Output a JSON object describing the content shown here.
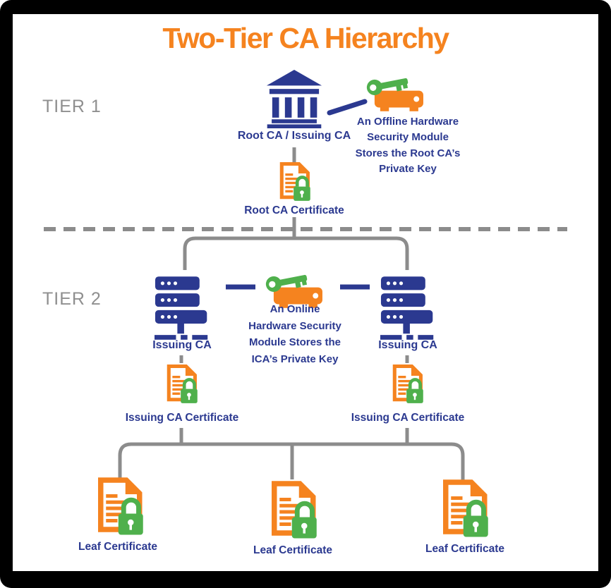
{
  "colors": {
    "orange": "#F5831F",
    "navy": "#2B3990",
    "green": "#4FB04C",
    "gray_line": "#8C8C8C",
    "tier_label": "#8F8F8F"
  },
  "title": "Two-Tier CA Hierarchy",
  "tier1": {
    "label": "TIER 1",
    "root_node": {
      "label": "Root CA / Issuing CA",
      "icon": "bank-icon"
    },
    "hsm": {
      "icon": "hsm-key-icon",
      "caption_lines": [
        "An Offline Hardware",
        "Security Module",
        "Stores the Root CA’s",
        "Private Key"
      ]
    },
    "certificate": {
      "label": "Root CA Certificate",
      "icon": "certificate-lock-icon"
    }
  },
  "tier2": {
    "label": "TIER 2",
    "issuing_ca_left": {
      "label": "Issuing CA",
      "icon": "server-stack-icon"
    },
    "issuing_ca_right": {
      "label": "Issuing CA",
      "icon": "server-stack-icon"
    },
    "hsm": {
      "icon": "hsm-key-icon",
      "caption_lines": [
        "An Online",
        "Hardware Security",
        "Module Stores the",
        "ICA’s Private Key"
      ]
    },
    "certificate_left": {
      "label": "Issuing CA Certificate",
      "icon": "certificate-lock-icon"
    },
    "certificate_right": {
      "label": "Issuing CA Certificate",
      "icon": "certificate-lock-icon"
    }
  },
  "leaf_certificates": [
    {
      "label": "Leaf Certificate",
      "icon": "certificate-lock-icon"
    },
    {
      "label": "Leaf Certificate",
      "icon": "certificate-lock-icon"
    },
    {
      "label": "Leaf Certificate",
      "icon": "certificate-lock-icon"
    }
  ]
}
